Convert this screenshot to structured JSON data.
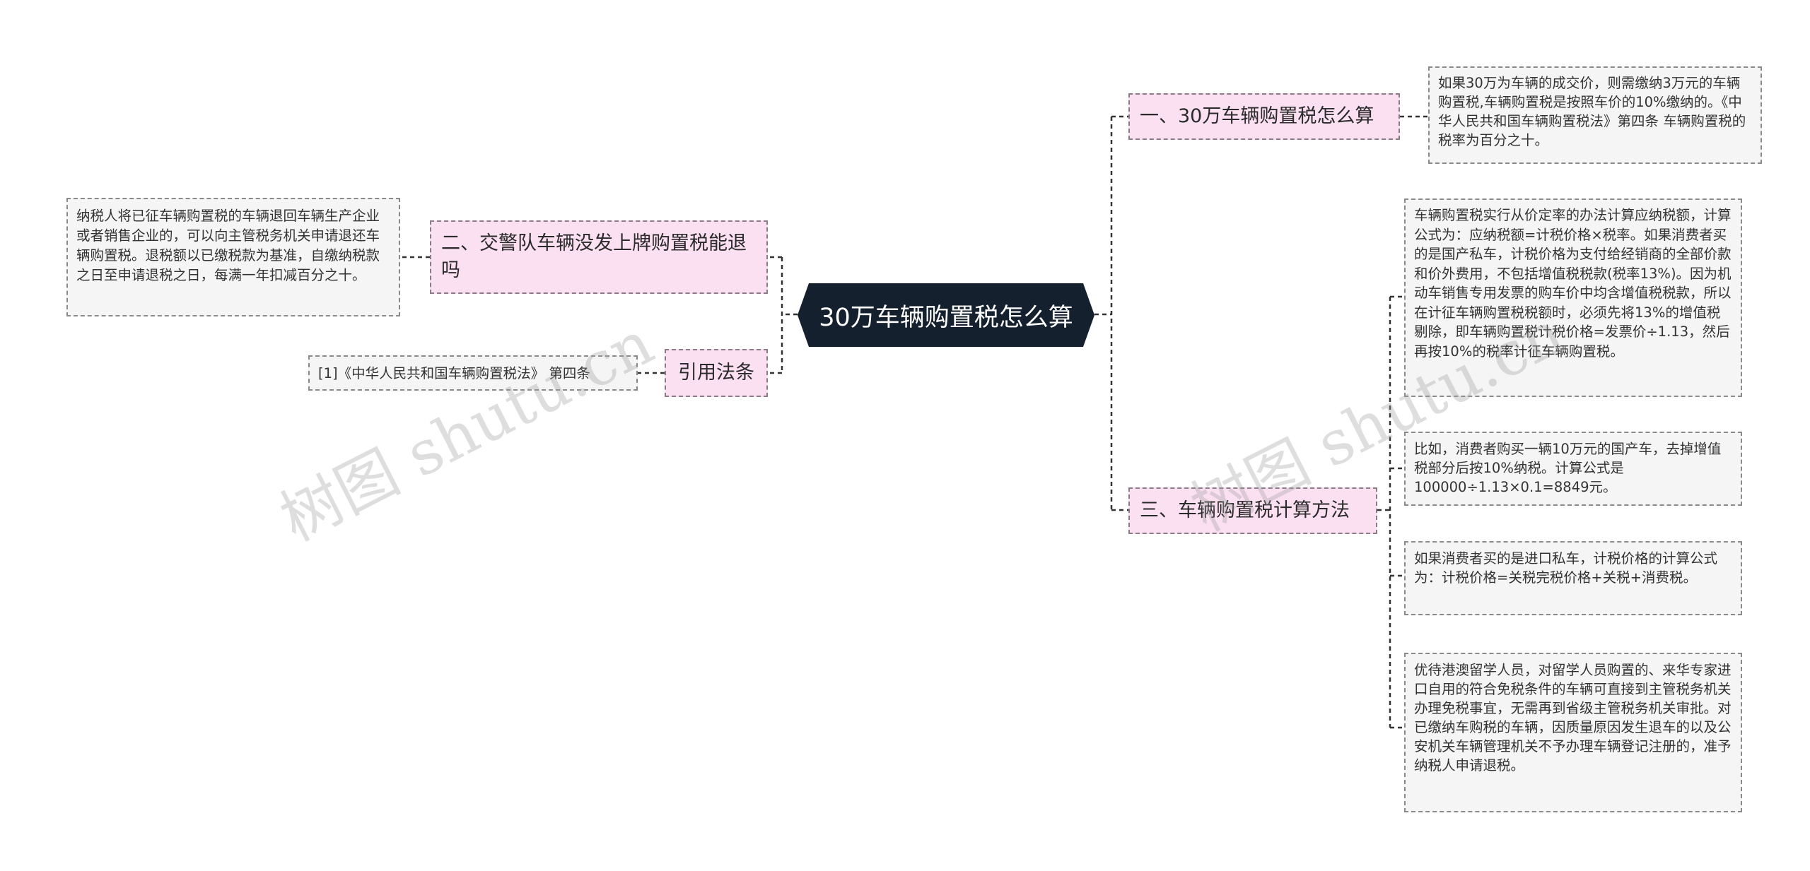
{
  "center": {
    "title": "30万车辆购置税怎么算"
  },
  "branches": {
    "b1": {
      "label": "一、30万车辆购置税怎么算"
    },
    "b2": {
      "label": "二、交警队车辆没发上牌购置税能退吗"
    },
    "b3": {
      "label": "引用法条"
    },
    "b4": {
      "label": "三、车辆购置税计算方法"
    }
  },
  "leaves": {
    "b1_l1": "如果30万为车辆的成交价，则需缴纳3万元的车辆购置税,车辆购置税是按照车价的10%缴纳的。《中华人民共和国车辆购置税法》第四条 车辆购置税的税率为百分之十。",
    "b2_l1": "纳税人将已征车辆购置税的车辆退回车辆生产企业或者销售企业的，可以向主管税务机关申请退还车辆购置税。退税额以已缴税款为基准，自缴纳税款之日至申请退税之日，每满一年扣减百分之十。",
    "b3_l1": "[1]《中华人民共和国车辆购置税法》 第四条",
    "b4_l1": "车辆购置税实行从价定率的办法计算应纳税额，计算公式为：应纳税额=计税价格×税率。如果消费者买的是国产私车，计税价格为支付给经销商的全部价款和价外费用，不包括增值税税款(税率13%)。因为机动车销售专用发票的购车价中均含增值税税款，所以在计征车辆购置税税额时，必须先将13%的增值税剔除，即车辆购置税计税价格=发票价÷1.13，然后再按10%的税率计征车辆购置税。",
    "b4_l2": "比如，消费者购买一辆10万元的国产车，去掉增值税部分后按10%纳税。计算公式是100000÷1.13×0.1=8849元。",
    "b4_l3": "如果消费者买的是进口私车，计税价格的计算公式为：计税价格=关税完税价格+关税+消费税。",
    "b4_l4": "优待港澳留学人员，对留学人员购置的、来华专家进口自用的符合免税条件的车辆可直接到主管税务机关办理免税事宜，无需再到省级主管税务机关审批。对已缴纳车购税的车辆，因质量原因发生退车的以及公安机关车辆管理机关不予办理车辆登记注册的，准予纳税人申请退税。"
  },
  "watermark": {
    "text": "树图 shutu.cn"
  },
  "colors": {
    "center_bg": "#14202e",
    "branch_bg": "#fbe0f2",
    "leaf_bg": "#f5f5f5",
    "connector": "#333333"
  }
}
